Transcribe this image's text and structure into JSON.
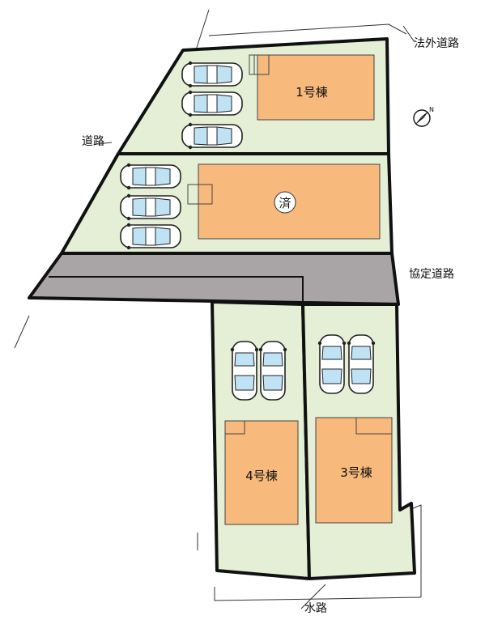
{
  "roads": {
    "extralegal_road": "法外道路",
    "road": "道路",
    "agreement_road": "協定道路",
    "waterway": "水路"
  },
  "buildings": {
    "b1": "1号棟",
    "sold_mark": "済",
    "b3": "3号棟",
    "b4": "4号棟"
  },
  "compass": {
    "north": "N"
  },
  "colors": {
    "lot": "#e4efd5",
    "building": "#f7b97c",
    "road": "#a9a5a6",
    "outline": "#111111",
    "car_body": "#ffffff",
    "car_glass": "#bfe3f5"
  }
}
